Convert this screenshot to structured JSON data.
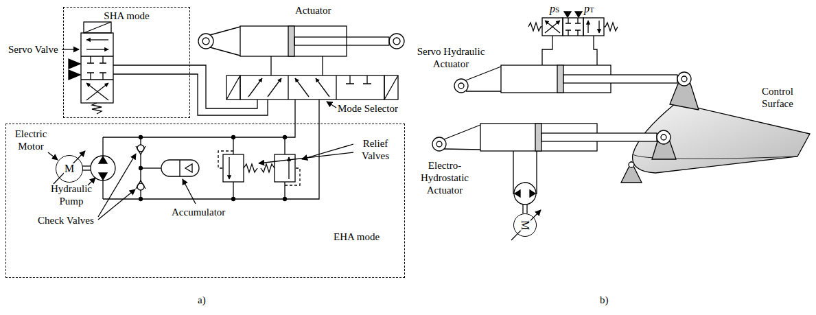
{
  "diagram": {
    "nodes": [
      {
        "text": [
          "SHA mode"
        ]
      },
      {
        "text": [
          "EHA mode"
        ]
      },
      {
        "text": [
          "M"
        ],
        "in": 1
      },
      {
        "text": [
          "M"
        ]
      }
    ],
    "labels": [
      "Servo Valve",
      "Actuator",
      "Mode Selector",
      "Electric Motor",
      "Hydraulic Pump",
      "Check Valves",
      "Accumulator",
      "Relief Valves",
      "a)",
      "pS",
      "pT",
      "Servo Hydraulic Actuator",
      "Control Surface",
      "Electro-Hydrostatic Actuator",
      "b)"
    ]
  }
}
